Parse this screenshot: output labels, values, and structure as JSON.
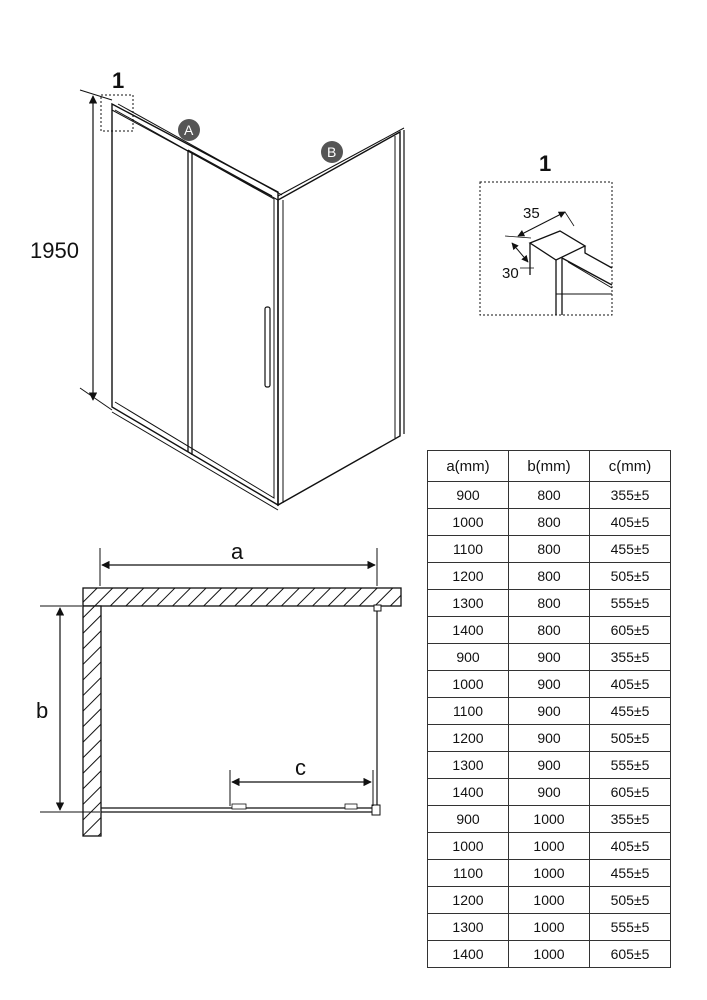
{
  "perspective": {
    "detail_marker": "1",
    "height_dim": "1950",
    "panel_a_tag": "A",
    "panel_b_tag": "B"
  },
  "detail": {
    "number": "1",
    "width_dim": "35",
    "depth_dim": "30"
  },
  "plan": {
    "dim_a": "a",
    "dim_b": "b",
    "dim_c": "c"
  },
  "table": {
    "headers": [
      "a(mm)",
      "b(mm)",
      "c(mm)"
    ],
    "rows": [
      [
        "900",
        "800",
        "355±5"
      ],
      [
        "1000",
        "800",
        "405±5"
      ],
      [
        "1100",
        "800",
        "455±5"
      ],
      [
        "1200",
        "800",
        "505±5"
      ],
      [
        "1300",
        "800",
        "555±5"
      ],
      [
        "1400",
        "800",
        "605±5"
      ],
      [
        "900",
        "900",
        "355±5"
      ],
      [
        "1000",
        "900",
        "405±5"
      ],
      [
        "1100",
        "900",
        "455±5"
      ],
      [
        "1200",
        "900",
        "505±5"
      ],
      [
        "1300",
        "900",
        "555±5"
      ],
      [
        "1400",
        "900",
        "605±5"
      ],
      [
        "900",
        "1000",
        "355±5"
      ],
      [
        "1000",
        "1000",
        "405±5"
      ],
      [
        "1100",
        "1000",
        "455±5"
      ],
      [
        "1200",
        "1000",
        "505±5"
      ],
      [
        "1300",
        "1000",
        "555±5"
      ],
      [
        "1400",
        "1000",
        "605±5"
      ]
    ]
  },
  "colors": {
    "line": "#111111",
    "circle_fill": "#555555"
  }
}
